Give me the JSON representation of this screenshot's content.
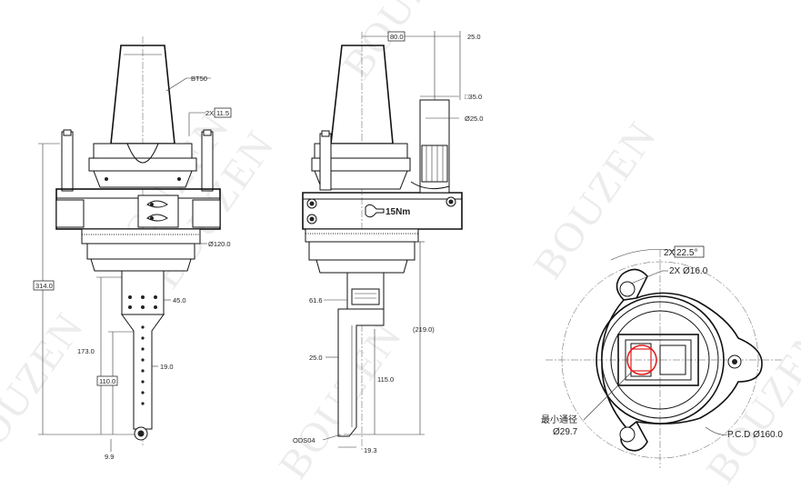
{
  "watermark": "BOUZEN",
  "left_view": {
    "taper": "BT50",
    "chamfer": "2X",
    "chamfer_value": "11.5",
    "flange_dia": "Ø120.0",
    "total_length": "314.0",
    "shaft_width": "45.0",
    "length_173": "173.0",
    "length_110": "110.0",
    "width_19": "19.0",
    "tip": "9.9"
  },
  "middle_view": {
    "offset_top": "80.0",
    "top_25": "25.0",
    "square": "□35.0",
    "dia_25": "Ø25.0",
    "torque": "15Nm",
    "dim_61": "61.6",
    "dim_219": "(219.0)",
    "dim_25": "25.0",
    "dim_115": "115.0",
    "model": "ODS04",
    "dim_19_3": "19.3"
  },
  "right_view": {
    "angle_prefix": "2X",
    "angle": "22.5°",
    "holes": "2X Ø16.0",
    "min_bore_label": "最小通径",
    "min_bore": "Ø29.7",
    "pcd": "P.C.D Ø160.0"
  },
  "colors": {
    "line": "#111111",
    "accent_red": "#e02020"
  }
}
